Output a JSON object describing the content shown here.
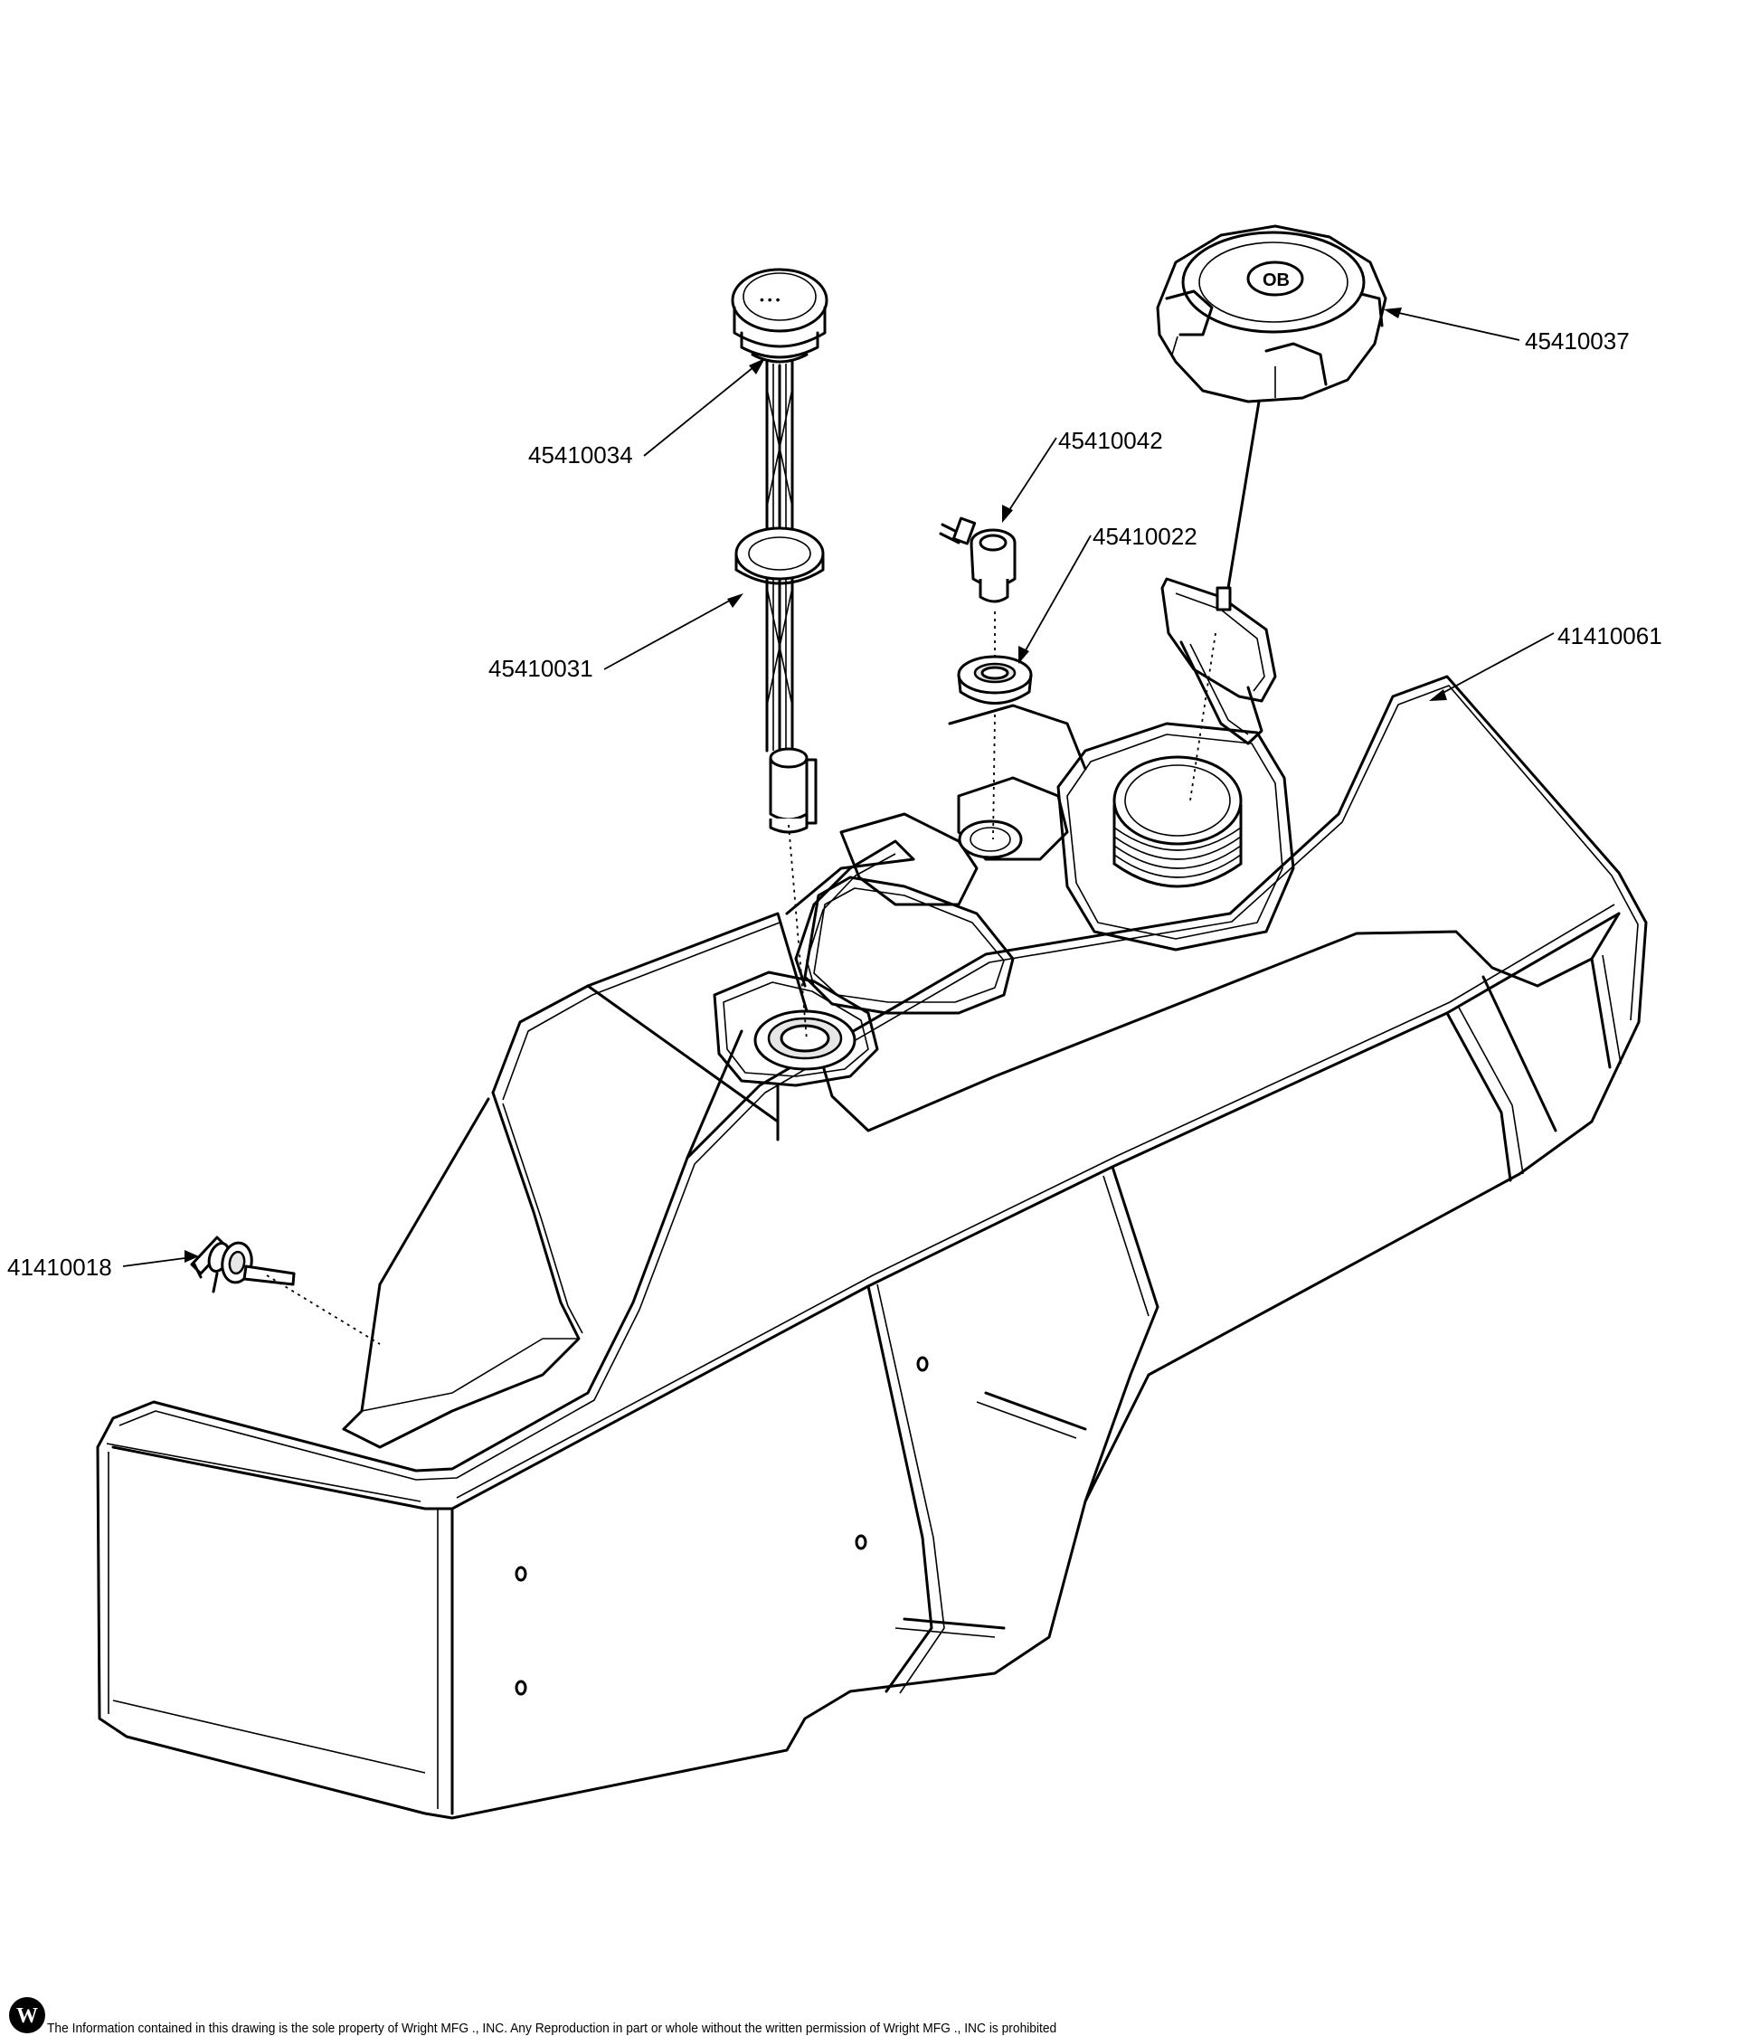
{
  "diagram": {
    "part_labels": {
      "p45410037": "45410037",
      "p45410034": "45410034",
      "p45410042": "45410042",
      "p45410022": "45410022",
      "p41410061": "41410061",
      "p45410031": "45410031",
      "p41410018": "41410018"
    }
  },
  "footer": {
    "notice": "The Information contained in this drawing is the sole property of Wright MFG ., INC. Any Reproduction in part or whole without the written permission of Wright MFG ., INC is prohibited",
    "logo_letter": "W"
  }
}
